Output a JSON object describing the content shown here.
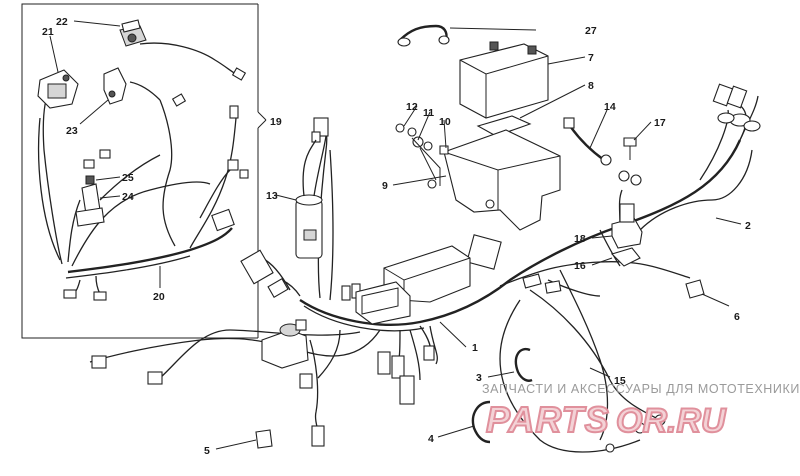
{
  "callouts": [
    {
      "id": "c1",
      "label": "1"
    },
    {
      "id": "c2",
      "label": "2"
    },
    {
      "id": "c3",
      "label": "3"
    },
    {
      "id": "c4",
      "label": "4"
    },
    {
      "id": "c5",
      "label": "5"
    },
    {
      "id": "c6",
      "label": "6"
    },
    {
      "id": "c7",
      "label": "7"
    },
    {
      "id": "c8",
      "label": "8"
    },
    {
      "id": "c9",
      "label": "9"
    },
    {
      "id": "c10",
      "label": "10"
    },
    {
      "id": "c11",
      "label": "11"
    },
    {
      "id": "c12",
      "label": "12"
    },
    {
      "id": "c13",
      "label": "13"
    },
    {
      "id": "c14",
      "label": "14"
    },
    {
      "id": "c15",
      "label": "15"
    },
    {
      "id": "c16",
      "label": "16"
    },
    {
      "id": "c17",
      "label": "17"
    },
    {
      "id": "c18",
      "label": "18"
    },
    {
      "id": "c19",
      "label": "19"
    },
    {
      "id": "c20",
      "label": "20"
    },
    {
      "id": "c21",
      "label": "21"
    },
    {
      "id": "c22",
      "label": "22"
    },
    {
      "id": "c23",
      "label": "23"
    },
    {
      "id": "c24",
      "label": "24"
    },
    {
      "id": "c25",
      "label": "25"
    },
    {
      "id": "c27",
      "label": "27"
    }
  ],
  "watermark": {
    "caption": "ЗАПЧАСТИ И АКСЕССУАРЫ ДЛЯ МОТОТЕХНИКИ",
    "logo_left": "PARTS",
    "logo_right": "OR.RU",
    "colors": {
      "logo_fill": "#f3d2d6",
      "logo_stroke": "#e0909c",
      "caption": "#9a9a9a"
    }
  }
}
